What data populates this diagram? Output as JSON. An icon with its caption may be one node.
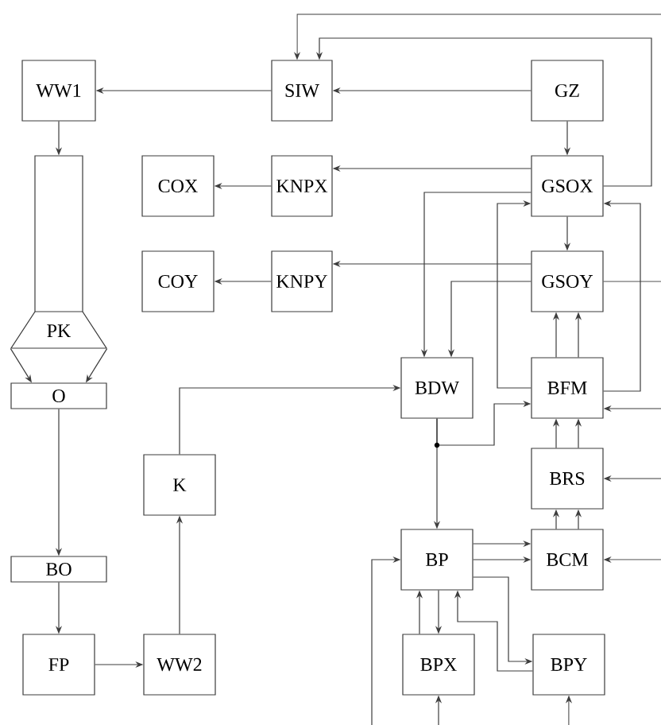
{
  "diagram": {
    "nodes": [
      {
        "text": [
          "WW1"
        ]
      },
      {
        "text": [
          "SIW"
        ]
      },
      {
        "text": [
          "GZ"
        ]
      },
      {
        "text": [
          "COX"
        ]
      },
      {
        "text": [
          "KNPX"
        ]
      },
      {
        "text": [
          "GSOX"
        ]
      },
      {
        "text": [
          "COY"
        ]
      },
      {
        "text": [
          "KNPY"
        ]
      },
      {
        "text": [
          "GSOY"
        ]
      },
      {
        "text": [
          "PK"
        ]
      },
      {
        "text": [
          "O"
        ]
      },
      {
        "text": [
          "BDW"
        ]
      },
      {
        "text": [
          "BFM"
        ]
      },
      {
        "text": [
          "K"
        ]
      },
      {
        "text": [
          "BRS"
        ]
      },
      {
        "text": [
          "BO"
        ]
      },
      {
        "text": [
          "BP"
        ]
      },
      {
        "text": [
          "BCM"
        ]
      },
      {
        "text": [
          "FP"
        ]
      },
      {
        "text": [
          "WW2"
        ]
      },
      {
        "text": [
          "BPX"
        ]
      },
      {
        "text": [
          "BPY"
        ]
      }
    ],
    "edges": [
      {
        "from": 1,
        "to": 0,
        "arrow": "to"
      },
      {
        "from": null,
        "to": 1,
        "arrow": "to"
      },
      {
        "from": 5,
        "to": 1,
        "arrow": "to"
      },
      {
        "from": 2,
        "to": 1,
        "arrow": "to"
      },
      {
        "from": 2,
        "to": 5,
        "arrow": "to"
      },
      {
        "from": 5,
        "to": 4,
        "arrow": "to"
      },
      {
        "from": 4,
        "to": 3,
        "arrow": "to"
      },
      {
        "from": 5,
        "to": 8,
        "arrow": "to"
      },
      {
        "from": 8,
        "to": 7,
        "arrow": "to"
      },
      {
        "from": 7,
        "to": 6,
        "arrow": "to"
      },
      {
        "from": 5,
        "to": 11,
        "arrow": "to"
      },
      {
        "from": 8,
        "to": 11,
        "arrow": "to"
      },
      {
        "from": 12,
        "to": 5,
        "arrow": "to"
      },
      {
        "from": 12,
        "to": 5,
        "arrow": "to"
      },
      {
        "from": 8,
        "to": null,
        "arrow": "none"
      },
      {
        "from": 12,
        "to": 8,
        "arrow": "to"
      },
      {
        "from": 12,
        "to": 8,
        "arrow": "to"
      },
      {
        "from": null,
        "to": 12,
        "arrow": "to"
      },
      {
        "from": 14,
        "to": 12,
        "arrow": "to"
      },
      {
        "from": 14,
        "to": 12,
        "arrow": "to"
      },
      {
        "from": null,
        "to": 14,
        "arrow": "to"
      },
      {
        "from": 17,
        "to": 14,
        "arrow": "to"
      },
      {
        "from": 17,
        "to": 14,
        "arrow": "to"
      },
      {
        "from": null,
        "to": 17,
        "arrow": "to"
      },
      {
        "from": 13,
        "to": 11,
        "arrow": "to"
      },
      {
        "from": 11,
        "to": 16,
        "arrow": "to"
      },
      {
        "from": 11,
        "to": 12,
        "arrow": "to"
      },
      {
        "from": 16,
        "to": 17,
        "arrow": "to"
      },
      {
        "from": 16,
        "to": 17,
        "arrow": "to"
      },
      {
        "from": 16,
        "to": 21,
        "arrow": "to"
      },
      {
        "from": 21,
        "to": 16,
        "arrow": "to"
      },
      {
        "from": 20,
        "to": 16,
        "arrow": "to"
      },
      {
        "from": 16,
        "to": 20,
        "arrow": "to"
      },
      {
        "from": null,
        "to": 20,
        "arrow": "to"
      },
      {
        "from": null,
        "to": 21,
        "arrow": "to"
      },
      {
        "from": null,
        "to": 16,
        "arrow": "to"
      },
      {
        "from": 0,
        "to": 9,
        "arrow": "to"
      },
      {
        "from": 9,
        "to": 10,
        "arrow": "to"
      },
      {
        "from": 9,
        "to": 10,
        "arrow": "to"
      },
      {
        "from": 10,
        "to": 15,
        "arrow": "to"
      },
      {
        "from": 15,
        "to": 18,
        "arrow": "to"
      },
      {
        "from": 18,
        "to": 19,
        "arrow": "to"
      },
      {
        "from": 19,
        "to": 13,
        "arrow": "to"
      }
    ]
  }
}
